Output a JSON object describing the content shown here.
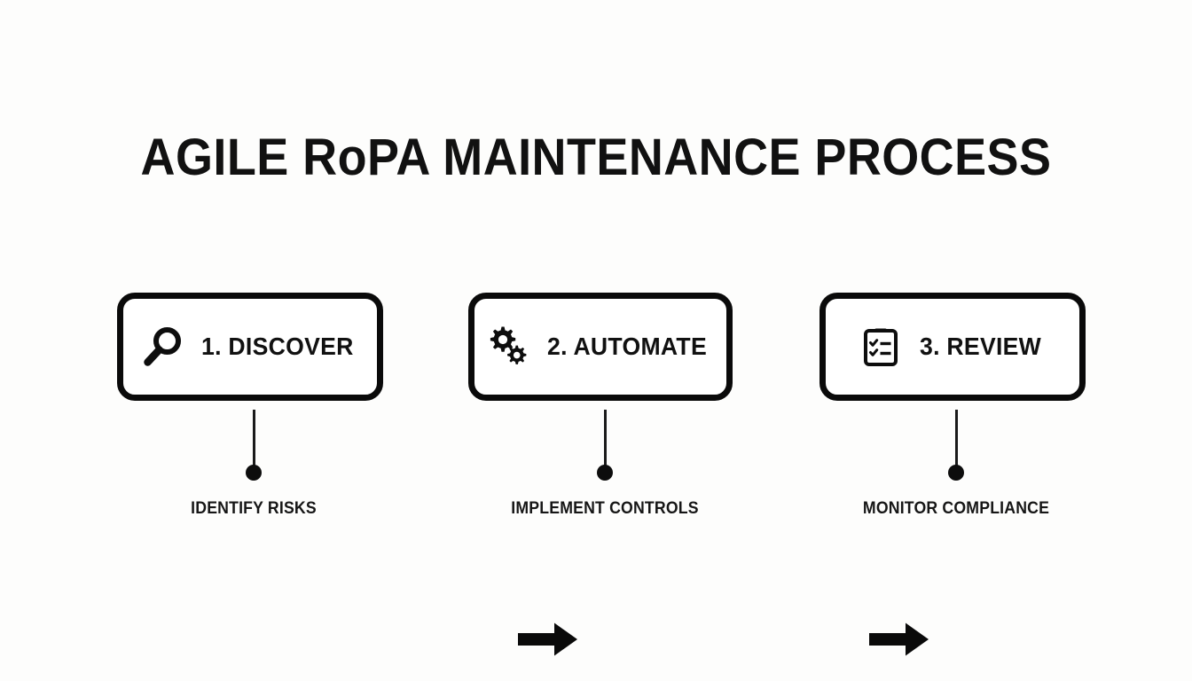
{
  "page": {
    "background_color": "#fdfdfc",
    "ink_color": "#0d0d0d",
    "title": "AGILE RoPA MAINTENANCE PROCESS"
  },
  "diagram": {
    "type": "flowchart",
    "orientation": "horizontal",
    "connector_symbol": "solid-right-arrow",
    "steps": [
      {
        "number": "1",
        "label": "1. DISCOVER",
        "icon": "magnifying-glass-icon",
        "sub_label": "IDENTIFY RISKS"
      },
      {
        "number": "2",
        "label": "2. AUTOMATE",
        "icon": "gears-icon",
        "sub_label": "IMPLEMENT CONTROLS"
      },
      {
        "number": "3",
        "label": "3. REVIEW",
        "icon": "clipboard-checklist-icon",
        "sub_label": "MONITOR COMPLIANCE"
      }
    ]
  }
}
